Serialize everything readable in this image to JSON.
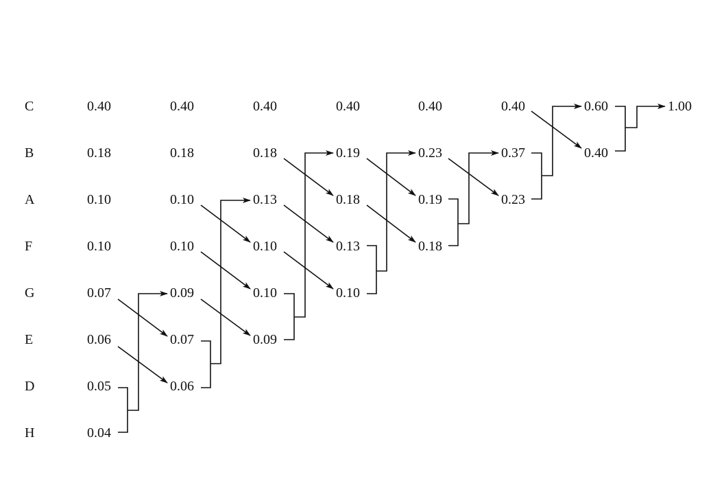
{
  "symbols": [
    "C",
    "B",
    "A",
    "F",
    "G",
    "E",
    "D",
    "H"
  ],
  "stages": [
    {
      "values": [
        "0.40",
        "0.18",
        "0.10",
        "0.10",
        "0.07",
        "0.06",
        "0.05",
        "0.04"
      ]
    },
    {
      "values": [
        "0.40",
        "0.18",
        "0.10",
        "0.10",
        "0.09",
        "0.07",
        "0.06"
      ]
    },
    {
      "values": [
        "0.40",
        "0.18",
        "0.13",
        "0.10",
        "0.10",
        "0.09"
      ]
    },
    {
      "values": [
        "0.40",
        "0.19",
        "0.18",
        "0.13",
        "0.10"
      ]
    },
    {
      "values": [
        "0.40",
        "0.23",
        "0.19",
        "0.18"
      ]
    },
    {
      "values": [
        "0.40",
        "0.37",
        "0.23"
      ]
    },
    {
      "values": [
        "0.60",
        "0.40"
      ]
    },
    {
      "values": [
        "1.00"
      ]
    }
  ]
}
